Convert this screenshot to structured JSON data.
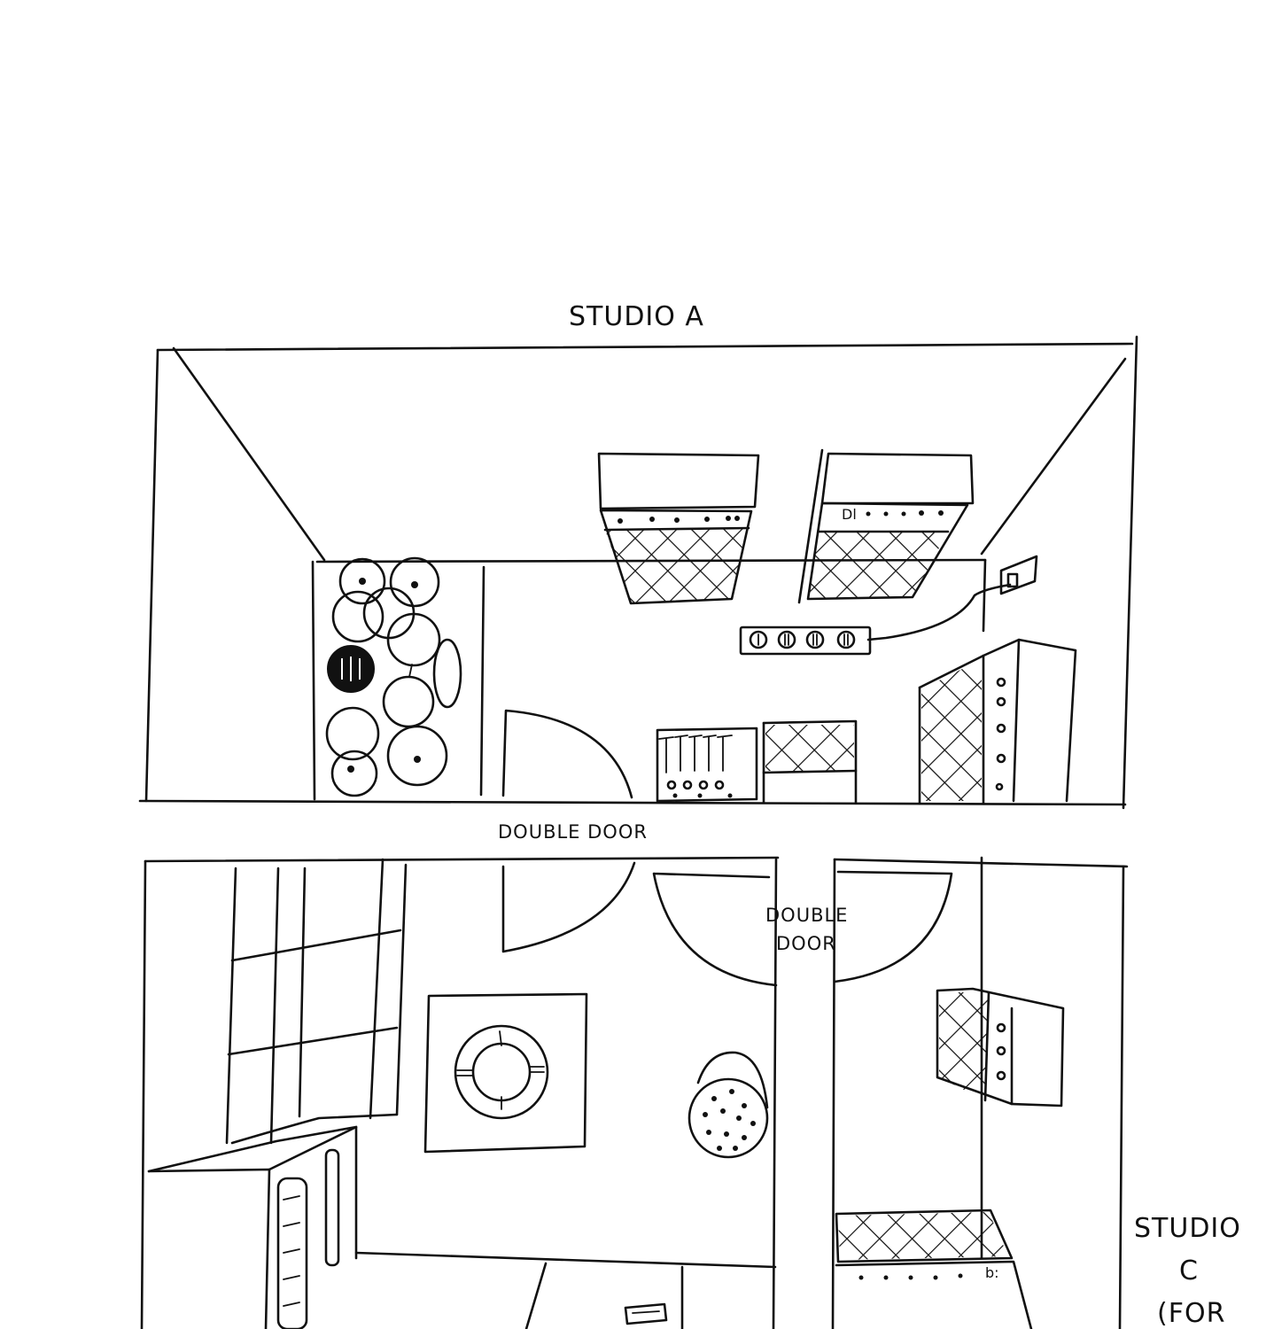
{
  "labels": {
    "studio_a": "STUDIO A",
    "double_door_1": "DOUBLE DOOR",
    "double_door_2_line1": "DOUBLE",
    "double_door_2_line2": "DOOR",
    "studio_c_line1": "STUDIO",
    "studio_c_line2": "C",
    "studio_c_line3": "(FOR"
  },
  "colors": {
    "ink": "#111111",
    "paper": "#ffffff"
  }
}
